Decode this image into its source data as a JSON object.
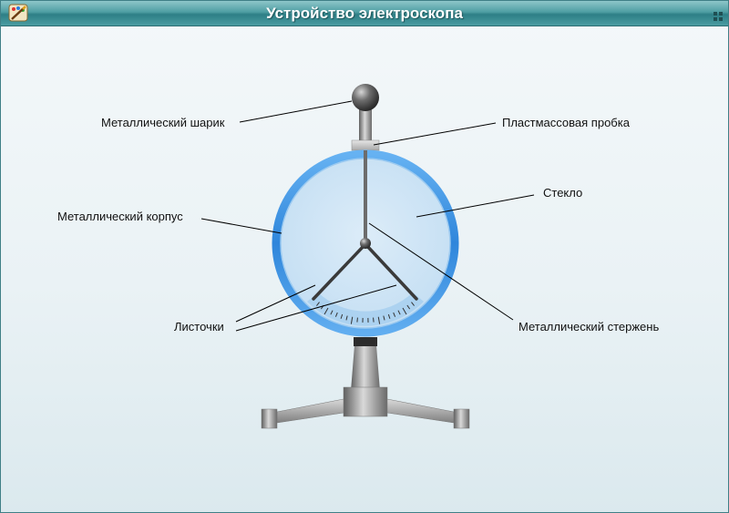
{
  "window": {
    "title": "Устройство электроскопа"
  },
  "icons": {
    "app": "palette-brush-icon",
    "grip": "window-grip-icon"
  },
  "labels": {
    "ball": "Металлический шарик",
    "stopper": "Пластмассовая пробка",
    "glass": "Стекло",
    "case": "Металлический корпус",
    "leaves": "Листочки",
    "rod": "Металлический стержень"
  },
  "colors": {
    "titlebar": "#2e7f86",
    "case_ring": "#3a8ee0",
    "glass": "#cfe6f6",
    "metal": "#8a8a8a"
  }
}
